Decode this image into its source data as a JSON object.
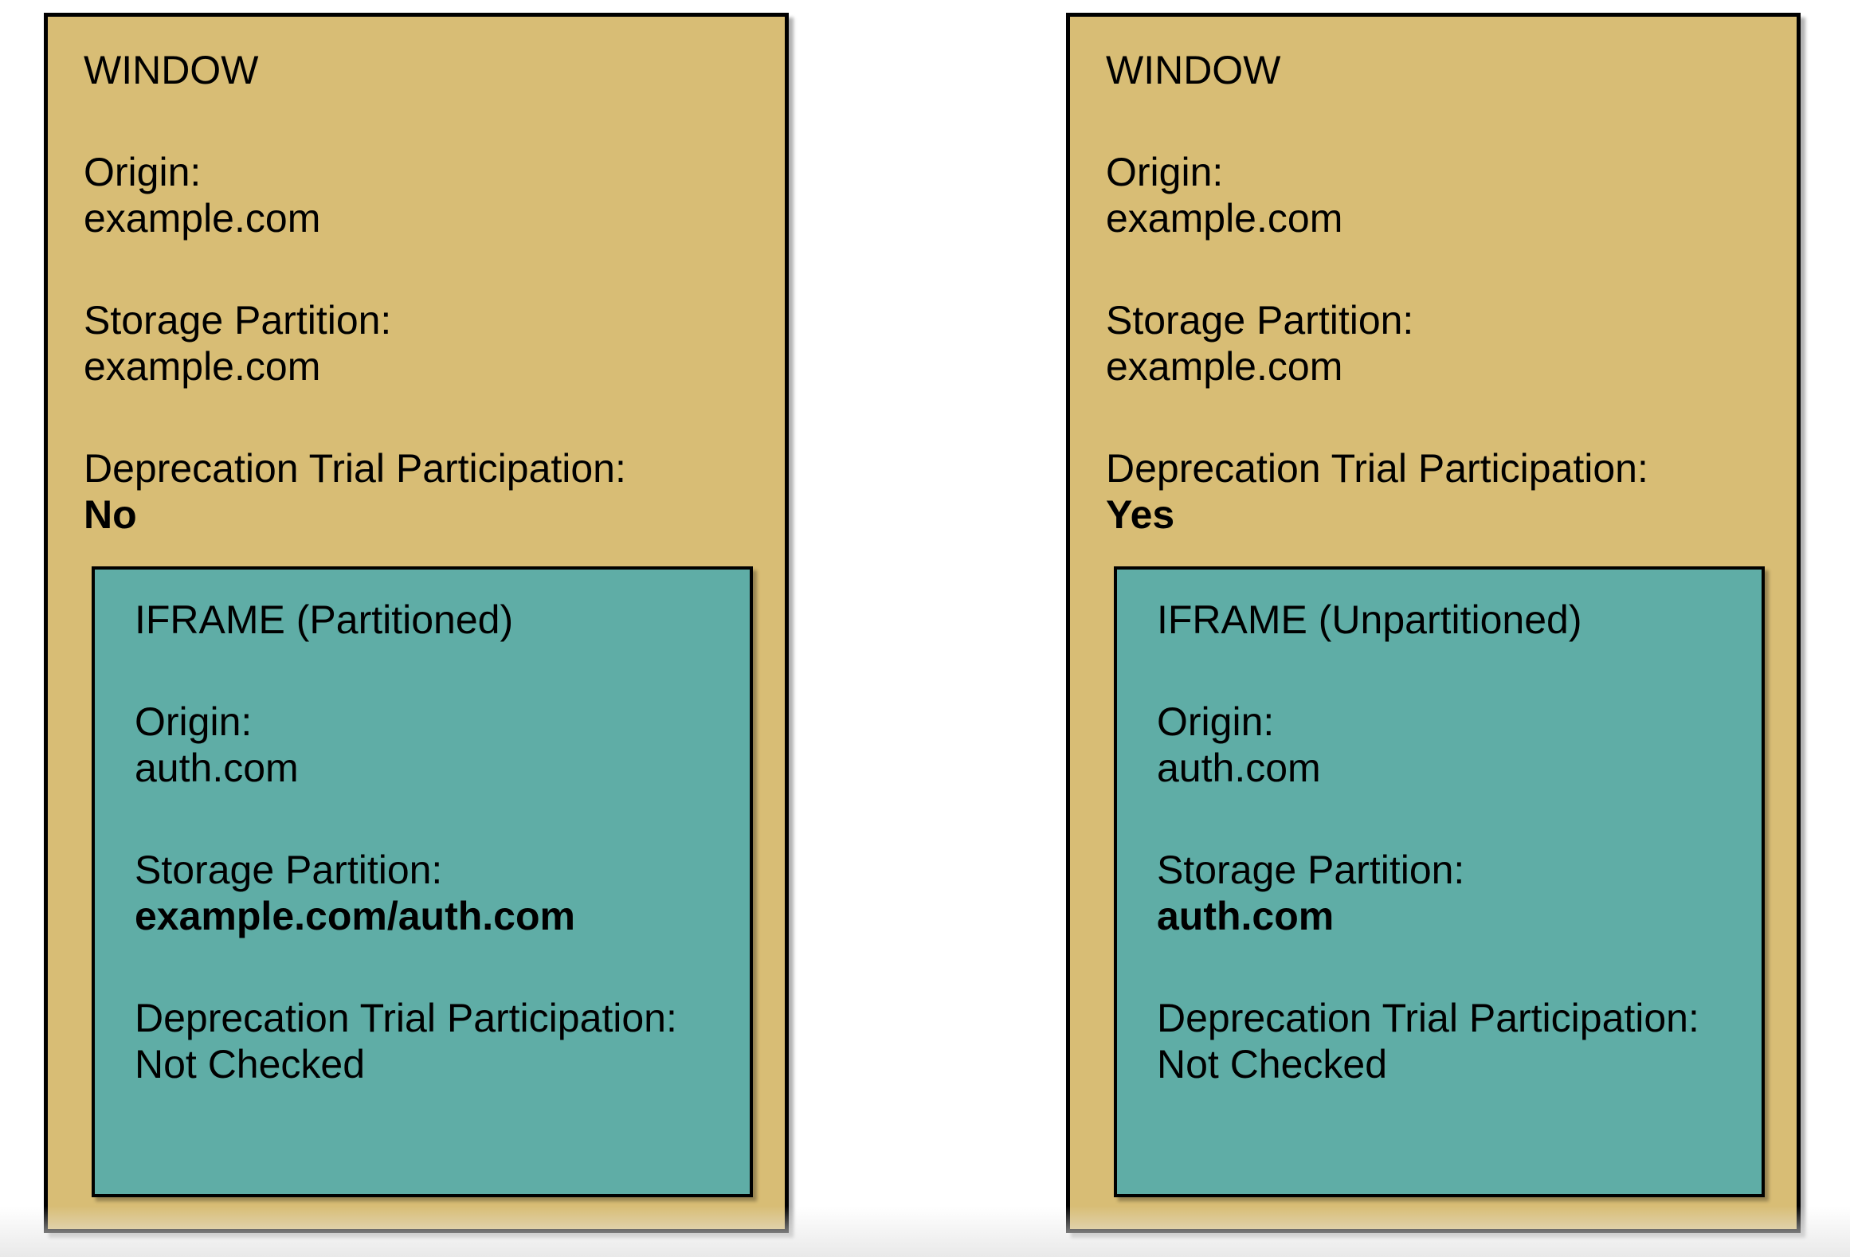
{
  "colors": {
    "window_bg": "#d8bd75",
    "iframe_bg": "#5fada6",
    "border": "#000000",
    "page_fade": "#e9e9e9"
  },
  "cards": [
    {
      "title": "WINDOW",
      "fields": [
        {
          "label": "Origin:",
          "value": "example.com",
          "bold": false
        },
        {
          "label": "Storage Partition:",
          "value": "example.com",
          "bold": false
        },
        {
          "label": "Deprecation Trial Participation:",
          "value": "No",
          "bold": true
        }
      ],
      "iframe": {
        "title": "IFRAME (Partitioned)",
        "fields": [
          {
            "label": "Origin:",
            "value": "auth.com",
            "bold": false
          },
          {
            "label": "Storage Partition:",
            "value": "example.com/auth.com",
            "bold": true
          },
          {
            "label": "Deprecation Trial Participation:",
            "value": "Not Checked",
            "bold": false
          }
        ]
      }
    },
    {
      "title": "WINDOW",
      "fields": [
        {
          "label": "Origin:",
          "value": "example.com",
          "bold": false
        },
        {
          "label": "Storage Partition:",
          "value": "example.com",
          "bold": false
        },
        {
          "label": "Deprecation Trial Participation:",
          "value": "Yes",
          "bold": true
        }
      ],
      "iframe": {
        "title": "IFRAME (Unpartitioned)",
        "fields": [
          {
            "label": "Origin:",
            "value": "auth.com",
            "bold": false
          },
          {
            "label": "Storage Partition:",
            "value": "auth.com",
            "bold": true
          },
          {
            "label": "Deprecation Trial Participation:",
            "value": "Not Checked",
            "bold": false
          }
        ]
      }
    }
  ]
}
